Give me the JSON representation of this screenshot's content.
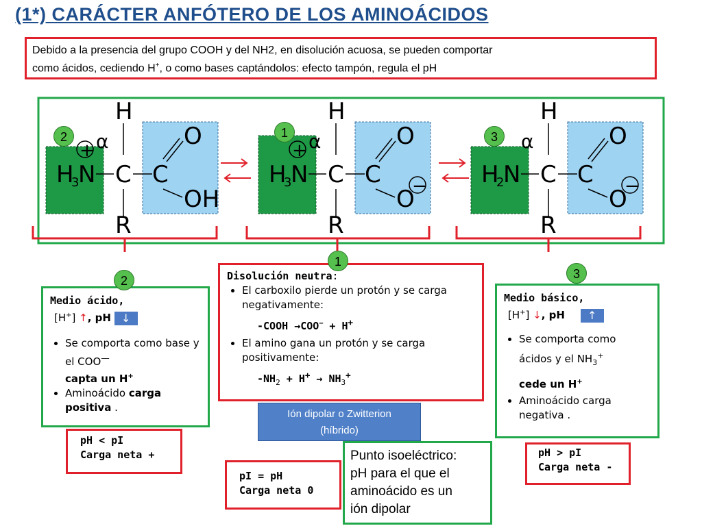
{
  "title": "(1*) CARÁCTER ANFÓTERO DE LOS AMINOÁCIDOS",
  "intro": {
    "line1": "Debido a la presencia del grupo COOH y del NH2, en disolución acuosa, se pueden comportar",
    "line2a": "como ácidos, cediendo H",
    "line2sup": "+",
    "line2b": ", o como bases captándolos: efecto tampón, regula el pH"
  },
  "structures": [
    {
      "badge": "2",
      "H": "H",
      "alpha": "α",
      "amine": "H",
      "amine_sub": "3",
      "amine_N": "N",
      "charge_pos": "+",
      "C": "C",
      "C2": "C",
      "O_top": "O",
      "O_bottom": "OH",
      "R": "R"
    },
    {
      "badge": "1",
      "H": "H",
      "alpha": "α",
      "amine": "H",
      "amine_sub": "3",
      "amine_N": "N",
      "charge_pos": "+",
      "C": "C",
      "C2": "C",
      "O_top": "O",
      "O_bottom": "O",
      "charge_neg": "−",
      "R": "R"
    },
    {
      "badge": "3",
      "H": "H",
      "alpha": "α",
      "amine": "H",
      "amine_sub": "2",
      "amine_N": "N",
      "C": "C",
      "C2": "C",
      "O_top": "O",
      "O_bottom": "O",
      "charge_neg": "−",
      "R": "R"
    }
  ],
  "acid_box": {
    "badge": "2",
    "heading": "Medio ácido,",
    "conc_a": "[H",
    "conc_sup": "+",
    "conc_b": "] ",
    "conc_arrow": "↑",
    "conc_c": ", pH",
    "btn_arrow": "↓",
    "bullet1_a": "Se comporta como base y el COO",
    "bullet1_sup": "—",
    "bullet1_bold": "capta un H",
    "bullet1_bold_sup": "+",
    "bullet2_a": "Aminoácido ",
    "bullet2_bold": "carga positiva",
    "bullet2_end": " ."
  },
  "acid_summary": {
    "line1": "pH < pI",
    "line2": "Carga neta +"
  },
  "neutral_box": {
    "badge": "1",
    "heading": "Disolución neutra",
    "heading_end": ":",
    "bullet1": "El carboxilo pierde un protón y se carga negativamente:",
    "eq1_a": "-COOH",
    "eq1_arrow": "→",
    "eq1_b": "COO",
    "eq1_b_sup": "−",
    "eq1_plus": " + ",
    "eq1_c": "H",
    "eq1_c_sup": "+",
    "bullet2": "El amino gana un protón y se carga positivamente:",
    "eq2_a": "-NH",
    "eq2_a_sub": "2",
    "eq2_plus": " + ",
    "eq2_b": "H",
    "eq2_b_sup": "+",
    "eq2_arrow": " → ",
    "eq2_c": "NH",
    "eq2_c_sub": "3",
    "eq2_c_sup": "+"
  },
  "zwitterion": {
    "line1": "Ión dipolar o Zwitterion",
    "line2": "(híbrido)"
  },
  "pi_box": {
    "line1": "pI = pH",
    "line2": "Carga neta 0"
  },
  "isoelectric": {
    "line1": "Punto isoeléctrico:",
    "line2": "pH para el que el",
    "line3": "aminoácido es un",
    "line4": "ión dipolar"
  },
  "basic_box": {
    "badge": "3",
    "heading": "Medio básico,",
    "conc_a": "[H",
    "conc_sup": "+",
    "conc_b": "] ",
    "conc_arrow": "↓",
    "conc_c": ", pH",
    "btn_arrow": "↑",
    "bullet1_a": "Se comporta como",
    "bullet1_b": "ácidos y el NH",
    "bullet1_sub": "3",
    "bullet1_sup": "+",
    "bullet1_bold": "cede un H",
    "bullet1_bold_sup": "+",
    "bullet2_a": "Aminoácido carga",
    "bullet2_b": "negativa ."
  },
  "basic_summary": {
    "line1": "pH > pI",
    "line2": "Carga neta -"
  },
  "colors": {
    "title": "#1f4e8c",
    "red": "#e0202a",
    "green": "#22a84a",
    "amine_fill": "#1e9a47",
    "carboxyl_fill": "#9fd3f2",
    "zwitter": "#4f80c8",
    "badge": "#56c04e"
  }
}
